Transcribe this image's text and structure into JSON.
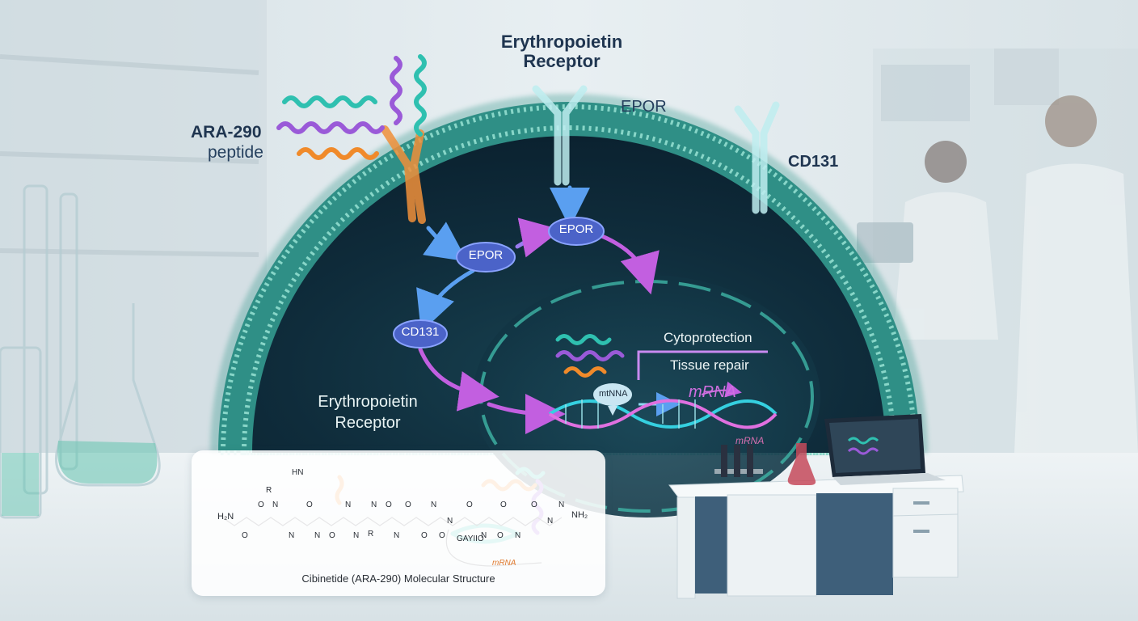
{
  "labels": {
    "receptor_top": "Erythropoietin Receptor",
    "epor_top": "EPOR",
    "ara_title": "ARA-290",
    "ara_sub": "peptide",
    "cd131_right": "CD131",
    "receptor_inner": "Erythropoietin Receptor",
    "pill_epor_1": "EPOR",
    "pill_epor_2": "EPOR",
    "pill_cd131": "CD131",
    "cytoprotection": "Cytoprotection",
    "tissue_repair": "Tissue repair",
    "mrna_main": "mRNA",
    "mrna_small": "mRNA",
    "mrna_struct": "mRNA",
    "mtnna": "mtNNA"
  },
  "structure_panel": {
    "caption": "Cibinetide (ARA-290) Molecular Structure",
    "chem_left": "H₂N",
    "chem_right": "NH₂",
    "chem_hn": "HN",
    "chem_r1": "R",
    "chem_r2": "R",
    "chem_mid": "GAYIIO",
    "atoms_n": [
      "N",
      "N",
      "N",
      "N",
      "N",
      "N",
      "N",
      "N",
      "N",
      "N",
      "N",
      "N",
      "N"
    ],
    "atoms_o": [
      "O",
      "O",
      "O",
      "O",
      "O",
      "O",
      "O",
      "O",
      "O",
      "O",
      "O",
      "O"
    ]
  },
  "colors": {
    "membrane": "#2f8f86",
    "cell_interior": "#0f2a3a",
    "receptor": "#bfeef0",
    "pill": "#4b63c8",
    "arrow_pink": "#c25fe0",
    "arrow_blue": "#5a9ff0",
    "helix_orange": "#f08a2a",
    "helix_purple": "#9a5ad8",
    "helix_teal": "#2fc0b0"
  }
}
